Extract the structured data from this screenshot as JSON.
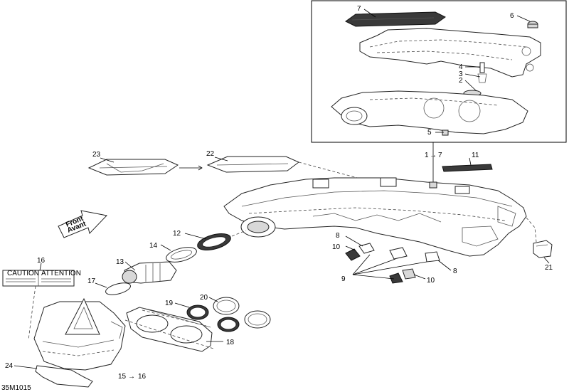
{
  "callouts": {
    "c1": "1",
    "c2": "2",
    "c3": "3",
    "c4": "4",
    "c5": "5",
    "c6": "6",
    "c7": "7",
    "c8a": "8",
    "c8b": "8",
    "c9": "9",
    "c10a": "10",
    "c10b": "10",
    "c11": "11",
    "c12": "12",
    "c13": "13",
    "c14": "14",
    "c16": "16",
    "c17": "17",
    "c18": "18",
    "c19": "19",
    "c20": "20",
    "c21": "21",
    "c22": "22",
    "c23": "23",
    "c24": "24"
  },
  "range_labels": {
    "r1_7_from": "1",
    "r1_7_to": "7",
    "r15_16_from": "15",
    "r15_16_to": "16"
  },
  "front_arrow": {
    "line1": "Front",
    "line2": "Avant"
  },
  "labels": {
    "caution": "CAUTION",
    "attention": "ATTENTION"
  },
  "diagram_code": "35M1015"
}
